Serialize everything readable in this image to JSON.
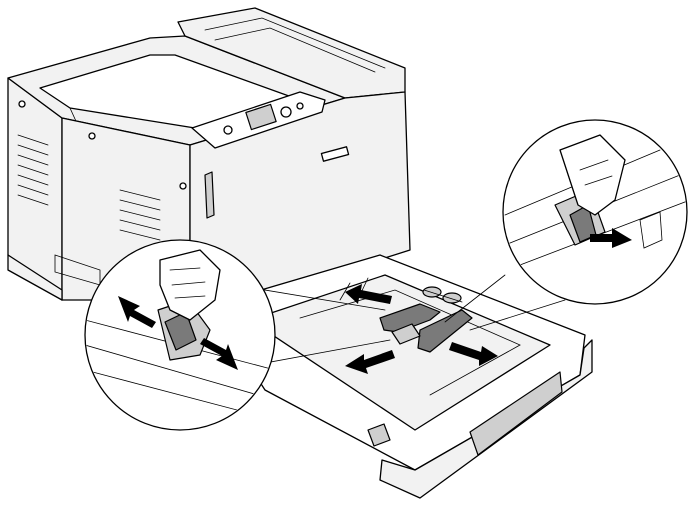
{
  "figure": {
    "subject": "printer-paper-cassette-guide-adjustment",
    "colors": {
      "line": "#000000",
      "body": "#f2f2f2",
      "shade": "#cfcfcf",
      "dark": "#7a7a7a",
      "background": "#ffffff"
    },
    "icons": [
      "printer",
      "control-panel",
      "paper-cassette",
      "edge-guide",
      "squeeze-arrow",
      "slide-arrow",
      "hand"
    ]
  }
}
